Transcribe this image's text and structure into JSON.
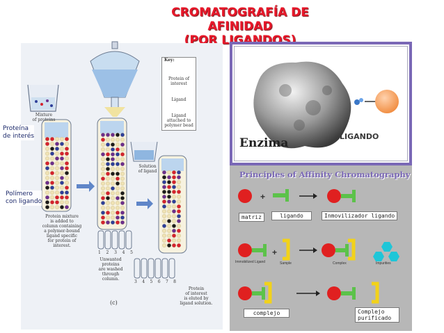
{
  "title": {
    "line1": "CROMATOGRAFÍA DE",
    "line2": "AFINIDAD",
    "line3": "(POR LIGANDOS)"
  },
  "left_labels": {
    "protein": [
      "Proteína",
      "de interés"
    ],
    "polymer": [
      "Polímero",
      "con ligando"
    ]
  },
  "figure": {
    "mixture": [
      "Mixture",
      "of proteins"
    ],
    "key_title": "Key:",
    "key_items": [
      [
        "Protein of",
        "interest"
      ],
      [
        "Ligand"
      ],
      [
        "Ligand",
        "attached to",
        "polymer bead"
      ]
    ],
    "solution": [
      "Solution",
      "of ligand"
    ],
    "step_text": [
      "Protein mixture",
      "is added to",
      "column containing",
      "a polymer-bound",
      "ligand specific",
      "for protein of",
      "interest."
    ],
    "tubes_1": [
      "1",
      "2",
      "3",
      "4",
      "5"
    ],
    "unwanted": [
      "Unwanted",
      "proteins",
      "are washed",
      "through",
      "column."
    ],
    "tubes_2": [
      "3",
      "4",
      "5",
      "6",
      "7",
      "8"
    ],
    "eluted": [
      "Protein",
      "of interest",
      "is eluted by",
      "ligand solution."
    ],
    "panel_letter": "(c)"
  },
  "enzyme": {
    "label": "Enzima",
    "ligand": "LIGANDO"
  },
  "principles": {
    "header": "Principles of Affinity Chromatography",
    "plus": "+",
    "tags": {
      "matriz": "matriz",
      "ligando": "ligando",
      "inmov": "Inmovilizador ligando",
      "complejo": "complejo",
      "purificado": [
        "Complejo",
        "purificado"
      ]
    },
    "row2": {
      "immob": "Immobilized Ligand",
      "sample": "Sample",
      "complex": "Complex",
      "impurities": "Impurities"
    }
  },
  "colors": {
    "title_red": "#e8182a",
    "panel_border": "#7a68b6",
    "ligand_orange": "#f5a05e",
    "bead_red": "#e02020",
    "ligand_green": "#5cc24a",
    "target_yellow": "#f2d21a",
    "impurity_cyan": "#1fc6d8"
  }
}
